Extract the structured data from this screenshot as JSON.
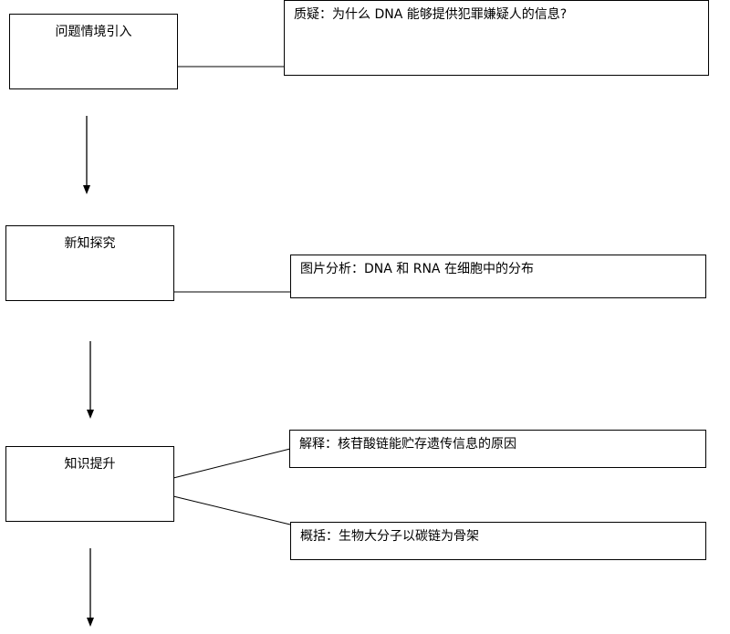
{
  "stages": [
    {
      "label": "问题情境引入"
    },
    {
      "label": "新知探究"
    },
    {
      "label": "知识提升"
    }
  ],
  "notes": [
    {
      "text": "质疑：为什么 DNA 能够提供犯罪嫌疑人的信息?"
    },
    {
      "text": "图片分析：DNA 和 RNA 在细胞中的分布"
    },
    {
      "text": "解释：核苷酸链能贮存遗传信息的原因"
    },
    {
      "text": "概括：生物大分子以碳链为骨架"
    }
  ]
}
